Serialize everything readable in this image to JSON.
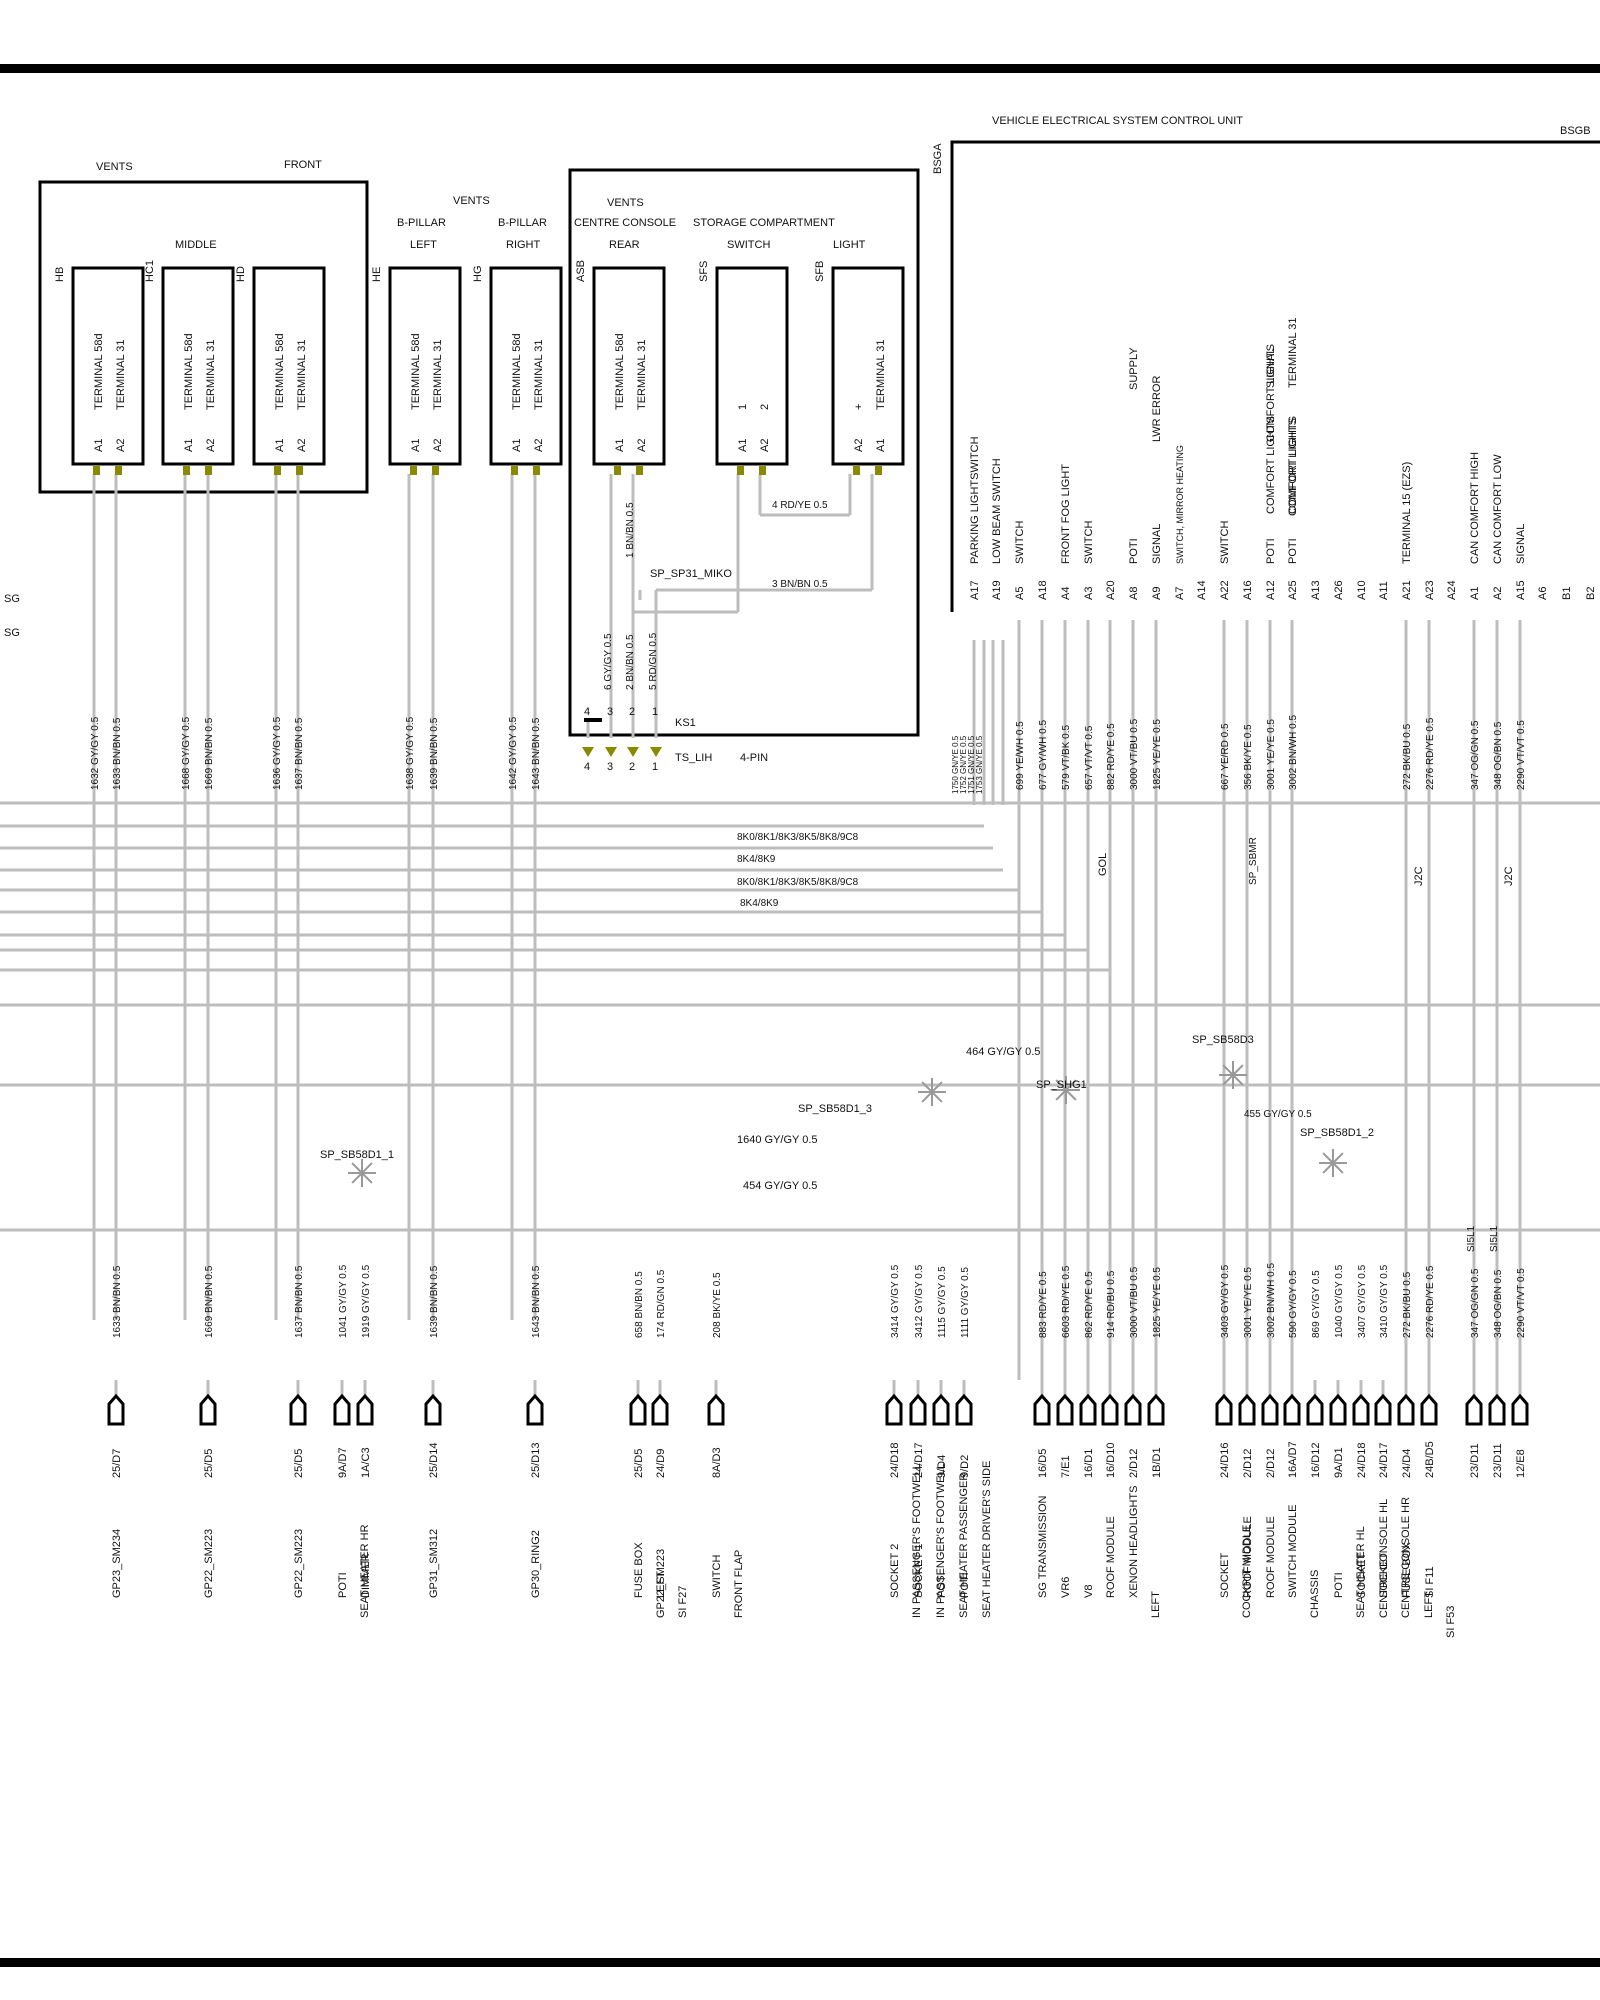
{
  "labels": {
    "ecu_title": "VEHICLE ELECTRICAL SYSTEM CONTROL UNIT",
    "bsgb": "BSGB",
    "bsga": "BSGA",
    "vents_front": "VENTS",
    "front": "FRONT",
    "middle": "MIDDLE",
    "vents_b": "VENTS",
    "bpillar_left": "B-PILLAR",
    "left": "LEFT",
    "bpillar_right": "B-PILLAR",
    "right": "RIGHT",
    "vents_c": "VENTS",
    "centre_console": "CENTRE CONSOLE",
    "storage": "STORAGE COMPARTMENT",
    "rear": "REAR",
    "switch": "SWITCH",
    "light": "LIGHT",
    "ks1": "KS1",
    "ts_lih": "TS_LIH",
    "pin4": "4-PIN",
    "sp_miko": "SP_SP31_MIKO",
    "sg_left": [
      "SG",
      "",
      "SG"
    ]
  },
  "vents": [
    {
      "id": "HB",
      "t1": "TERMINAL 58d",
      "t2": "TERMINAL 31",
      "p1": "A1",
      "p2": "A2"
    },
    {
      "id": "HC1",
      "t1": "TERMINAL 58d",
      "t2": "TERMINAL 31",
      "p1": "A1",
      "p2": "A2"
    },
    {
      "id": "HD",
      "t1": "TERMINAL 58d",
      "t2": "TERMINAL 31",
      "p1": "A1",
      "p2": "A2"
    },
    {
      "id": "HE",
      "t1": "TERMINAL 58d",
      "t2": "TERMINAL 31",
      "p1": "A1",
      "p2": "A2"
    },
    {
      "id": "HG",
      "t1": "TERMINAL 58d",
      "t2": "TERMINAL 31",
      "p1": "A1",
      "p2": "A2"
    },
    {
      "id": "ASB",
      "t1": "TERMINAL 58d",
      "t2": "TERMINAL 31",
      "p1": "A1",
      "p2": "A2"
    },
    {
      "id": "SFS",
      "t1": "1",
      "t2": "2",
      "p1": "A1",
      "p2": "A2"
    },
    {
      "id": "SFB",
      "t1": "+",
      "t2": "TERMINAL 31",
      "p1": "A2",
      "p2": "A1"
    }
  ],
  "ks1_pins": [
    "4",
    "3",
    "2",
    "1"
  ],
  "internal_wires": [
    "1 BN/BN 0.5",
    "6 GY/GY 0.5",
    "2 BN/BN 0.5",
    "5 RD/GN 0.5",
    "4 RD/YE 0.5",
    "3 BN/BN 0.5"
  ],
  "ecu_pins": [
    {
      "pin": "A17",
      "label": "PARKING LIGHTSWITCH"
    },
    {
      "pin": "A19",
      "label": "LOW BEAM SWITCH"
    },
    {
      "pin": "A5",
      "label": "SWITCH"
    },
    {
      "pin": "A18",
      "label": ""
    },
    {
      "pin": "A4",
      "label": "FRONT FOG LIGHT"
    },
    {
      "pin": "A3",
      "label": "SWITCH"
    },
    {
      "pin": "A20",
      "label": ""
    },
    {
      "pin": "A8",
      "label": "POTI"
    },
    {
      "pin": "A9",
      "label": "SIGNAL"
    },
    {
      "pin": "A7",
      "label": "SWITCH, MIRROR HEATING"
    },
    {
      "pin": "A14",
      "label": ""
    },
    {
      "pin": "A22",
      "label": "SWITCH"
    },
    {
      "pin": "A16",
      "label": ""
    },
    {
      "pin": "A12",
      "label": "POTI"
    },
    {
      "pin": "A25",
      "label": "POTI"
    },
    {
      "pin": "A13",
      "label": ""
    },
    {
      "pin": "A26",
      "label": ""
    },
    {
      "pin": "A10",
      "label": ""
    },
    {
      "pin": "A11",
      "label": ""
    },
    {
      "pin": "A21",
      "label": "TERMINAL 15 (EZS)"
    },
    {
      "pin": "A23",
      "label": ""
    },
    {
      "pin": "A24",
      "label": ""
    },
    {
      "pin": "A1",
      "label": "CAN COMFORT HIGH"
    },
    {
      "pin": "A2",
      "label": "CAN COMFORT LOW"
    },
    {
      "pin": "A15",
      "label": "SIGNAL"
    },
    {
      "pin": "A6",
      "label": ""
    },
    {
      "pin": "B1",
      "label": ""
    },
    {
      "pin": "B2",
      "label": ""
    }
  ],
  "ecu_upper": [
    "SUPPLY",
    "LWR ERROR",
    "COMFORT LIGHTS",
    "COMFORT LIGHTS",
    "COMFORT LIGHTS",
    "COMFORT LIGHTS",
    "SIGNAL",
    "TERMINAL 31"
  ],
  "wires_mid": [
    "1632 GY/GY 0.5",
    "1633 BN/BN 0.5",
    "1668 GY/GY 0.5",
    "1669 BN/BN 0.5",
    "1636 GY/GY 0.5",
    "1637 BN/BN 0.5",
    "1638 GY/GY 0.5",
    "1639 BN/BN 0.5",
    "1642 GY/GY 0.5",
    "1643 BN/BN 0.5",
    "699 YE/WH 0.5",
    "677 GY/WH 0.5",
    "579 VT/BK 0.5",
    "657 VT/VT 0.5",
    "882 RD/YE 0.5",
    "3000 VT/BU 0.5",
    "1825 YE/YE 0.5",
    "667 YE/RD 0.5",
    "356 BK/YE 0.5",
    "3001 YE/YE 0.5",
    "3002 BN/WH 0.5",
    "272 BK/BU 0.5",
    "2276 RD/YE 0.5",
    "347 OG/GN 0.5",
    "348 OG/BN 0.5",
    "2290 VT/VT 0.5"
  ],
  "wires_small": [
    "1750 GN/YE 0.5",
    "1752 GN/YE 0.5",
    "1751 GN/YE 0.5",
    "1753 GN/YE 0.5"
  ],
  "bus_labels": [
    "8K0/8K1/8K3/8K5/8K8/9C8",
    "8K4/8K9",
    "8K0/8K1/8K3/8K5/8K8/9C8",
    "8K4/8K9"
  ],
  "splices": {
    "sb58d1_3": "SP_SB58D1_3",
    "shg1": "SP_SHG1",
    "sb58d3": "SP_SB58D3",
    "sb58d1_2": "SP_SB58D1_2",
    "sb58d1_1": "SP_SB58D1_1",
    "sbmr": "SP_SBMR"
  },
  "bus_wires": [
    "464 GY/GY 0.5",
    "1640 GY/GY 0.5",
    "454 GY/GY 0.5",
    "455 GY/GY 0.5"
  ],
  "side_labels": [
    "GOL",
    "J2C",
    "J2C",
    "SI5L1",
    "SI5L1"
  ],
  "bottom_conn": [
    {
      "wire": "1633 BN/BN 0.5",
      "ref": "25/D7",
      "dest": [
        "GP23_SM234"
      ]
    },
    {
      "wire": "1669 BN/BN 0.5",
      "ref": "25/D5",
      "dest": [
        "GP22_SM223"
      ]
    },
    {
      "wire": "1637 BN/BN 0.5",
      "ref": "25/D5",
      "dest": [
        "GP22_SM223"
      ]
    },
    {
      "wire": "1041 GY/GY 0.5",
      "ref": "9A/D7",
      "dest": [
        "POTI",
        "SEAT HEATER HR"
      ]
    },
    {
      "wire": "1919 GY/GY 0.5",
      "ref": "1A/C3",
      "dest": [
        "DIMMER"
      ]
    },
    {
      "wire": "1639 BN/BN 0.5",
      "ref": "25/D14",
      "dest": [
        "GP31_SM312"
      ]
    },
    {
      "wire": "1643 BN/BN 0.5",
      "ref": "25/D13",
      "dest": [
        "GP30_RING2"
      ]
    },
    {
      "wire": "658 BN/BN 0.5",
      "ref": "25/D5",
      "dest": [
        "FUSE BOX",
        "GP22_SM223"
      ]
    },
    {
      "wire": "174 RD/GN 0.5",
      "ref": "24/D9",
      "dest": [
        "LEFT",
        "SI F27"
      ]
    },
    {
      "wire": "208 BK/YE 0.5",
      "ref": "8A/D3",
      "dest": [
        "SWITCH",
        "FRONT FLAP"
      ]
    },
    {
      "wire": "3414 GY/GY 0.5",
      "ref": "24/D18",
      "dest": [
        "SOCKET 2",
        "IN PASSENGER'S FOOTWELL"
      ]
    },
    {
      "wire": "3412 GY/GY 0.5",
      "ref": "24/D17",
      "dest": [
        "SOCKET 1",
        "IN PASSENGER'S FOOTWELL"
      ]
    },
    {
      "wire": "1115 GY/GY 0.5",
      "ref": "9/D4",
      "dest": [
        "POTI",
        "SEAT HEATER PASSENGER"
      ]
    },
    {
      "wire": "1111 GY/GY 0.5",
      "ref": "9/D2",
      "dest": [
        "POTI",
        "SEAT HEATER DRIVER'S SIDE"
      ]
    },
    {
      "wire": "883 RD/YE 0.5",
      "ref": "16/D5",
      "dest": [
        "SG TRANSMISSION"
      ]
    },
    {
      "wire": "6603 RD/YE 0.5",
      "ref": "7/E1",
      "dest": [
        "VR6"
      ]
    },
    {
      "wire": "862 RD/YE 0.5",
      "ref": "16/D1",
      "dest": [
        "V8"
      ]
    },
    {
      "wire": "914 RD/BU 0.5",
      "ref": "16/D10",
      "dest": [
        "ROOF MODULE"
      ]
    },
    {
      "wire": "3000 VT/BU 0.5",
      "ref": "2/D12",
      "dest": [
        "XENON HEADLIGHTS",
        "LEFT"
      ]
    },
    {
      "wire": "1825 YE/YE 0.5",
      "ref": "1B/D1",
      "dest": []
    },
    {
      "wire": "3403 GY/GY 0.5",
      "ref": "24/D16",
      "dest": [
        "SOCKET",
        "COCKPIT MIDDLE"
      ]
    },
    {
      "wire": "3001 YE/YE 0.5",
      "ref": "2/D12",
      "dest": [
        "ROOF MODULE"
      ]
    },
    {
      "wire": "3002 BN/WH 0.5",
      "ref": "2/D12",
      "dest": [
        "ROOF MODULE"
      ]
    },
    {
      "wire": "590 GY/GY 0.5",
      "ref": "16A/D7",
      "dest": [
        "SWITCH MODULE",
        "CHASSIS"
      ]
    },
    {
      "wire": "869 GY/GY 0.5",
      "ref": "16/D12",
      "dest": []
    },
    {
      "wire": "1040 GY/GY 0.5",
      "ref": "9A/D1",
      "dest": [
        "POTI",
        "SEAT HEATER HL"
      ]
    },
    {
      "wire": "3407 GY/GY 0.5",
      "ref": "24/D18",
      "dest": [
        "SOCKET",
        "CENTRE CONSOLE HL"
      ]
    },
    {
      "wire": "3410 GY/GY 0.5",
      "ref": "24/D17",
      "dest": [
        "SOCKET",
        "CENTRE CONSOLE HR"
      ]
    },
    {
      "wire": "272 BK/BU 0.5",
      "ref": "24/D4",
      "dest": [
        "FUSE BOX",
        "LEFT",
        "SI F53"
      ]
    },
    {
      "wire": "2276 RD/YE 0.5",
      "ref": "24B/D5",
      "dest": [
        "SI F11"
      ]
    },
    {
      "wire": "347 OG/GN 0.5",
      "ref": "23/D11",
      "dest": []
    },
    {
      "wire": "348 OG/BN 0.5",
      "ref": "23/D11",
      "dest": []
    },
    {
      "wire": "2290 VT/VT 0.5",
      "ref": "12/E8",
      "dest": []
    }
  ]
}
